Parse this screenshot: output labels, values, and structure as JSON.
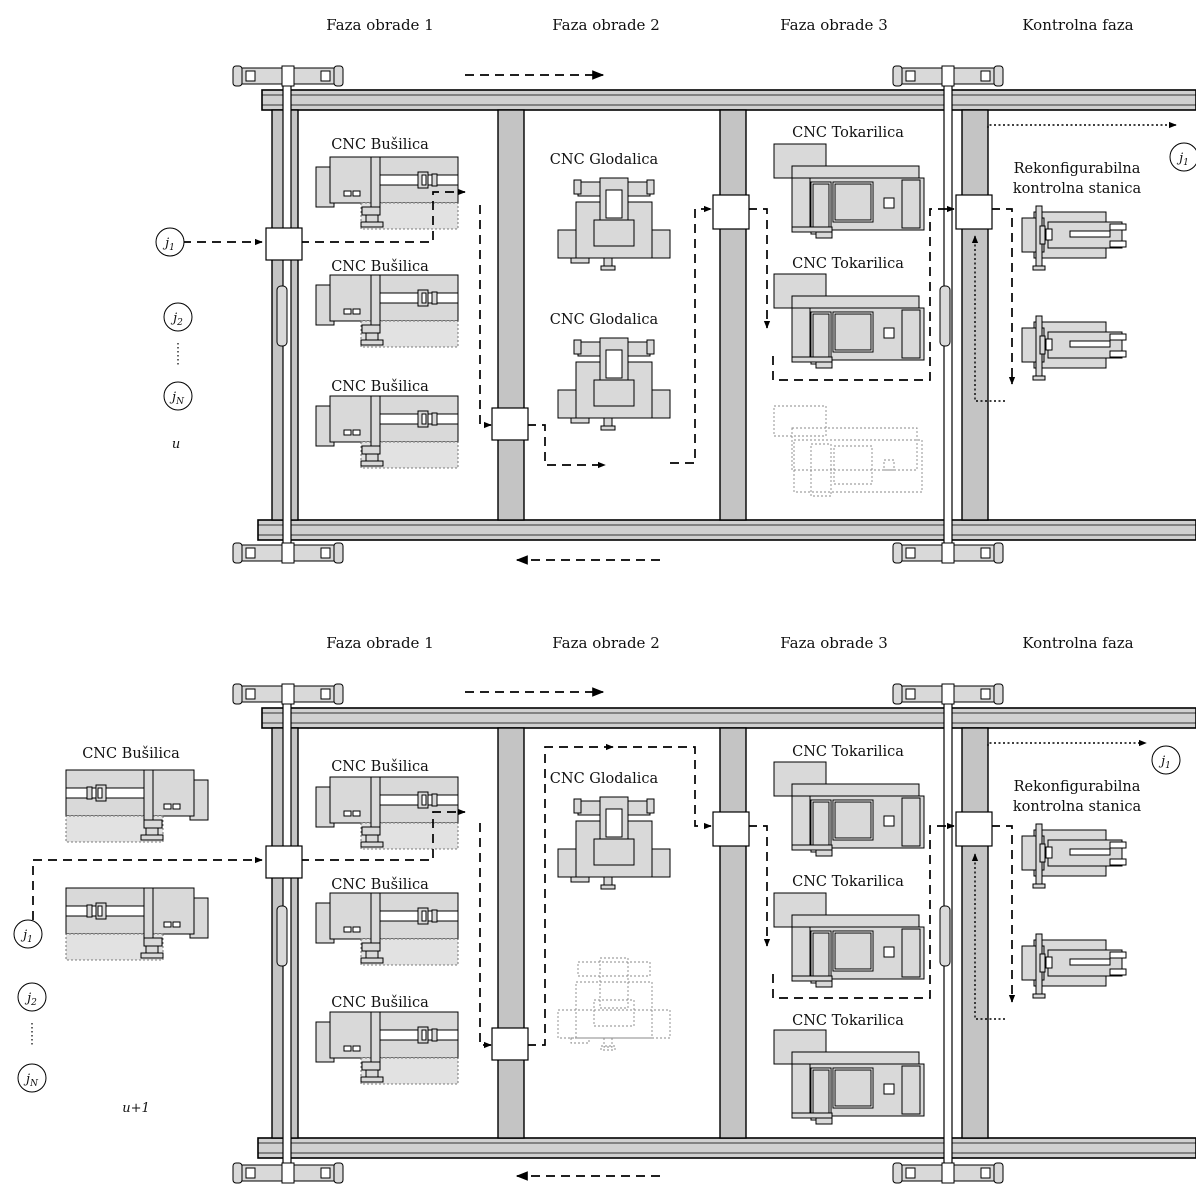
{
  "panels": [
    {
      "phase_labels": [
        "Faza obrade 1",
        "Faza obrade 2",
        "Faza obrade 3",
        "Kontrolna faza"
      ],
      "machine_labels": {
        "drill_1": "CNC Bušilica",
        "drill_2": "CNC Bušilica",
        "drill_3": "CNC Bušilica",
        "mill_1": "CNC Glodalica",
        "mill_2": "CNC Glodalica",
        "lathe_1": "CNC Tokarilica",
        "lathe_2": "CNC Tokarilica",
        "control_station": [
          "Rekonfigurabilna",
          "kontrolna stanica"
        ]
      },
      "jobs": {
        "input": "j1",
        "queue_2": "j2",
        "queue_n": "jN",
        "output": "j1"
      },
      "period_label": "u"
    },
    {
      "phase_labels": [
        "Faza obrade 1",
        "Faza obrade 2",
        "Faza obrade 3",
        "Kontrolna faza"
      ],
      "machine_labels": {
        "outside_drill": "CNC Bušilica",
        "drill_1": "CNC Bušilica",
        "drill_2": "CNC Bušilica",
        "drill_3": "CNC Bušilica",
        "mill_1": "CNC Glodalica",
        "lathe_1": "CNC Tokarilica",
        "lathe_2": "CNC Tokarilica",
        "lathe_3": "CNC Tokarilica",
        "control_station": [
          "Rekonfigurabilna",
          "kontrolna stanica"
        ]
      },
      "jobs": {
        "input": "j1",
        "queue_2": "j2",
        "queue_n": "jN",
        "output": "j1"
      },
      "period_label": "u+1"
    }
  ]
}
